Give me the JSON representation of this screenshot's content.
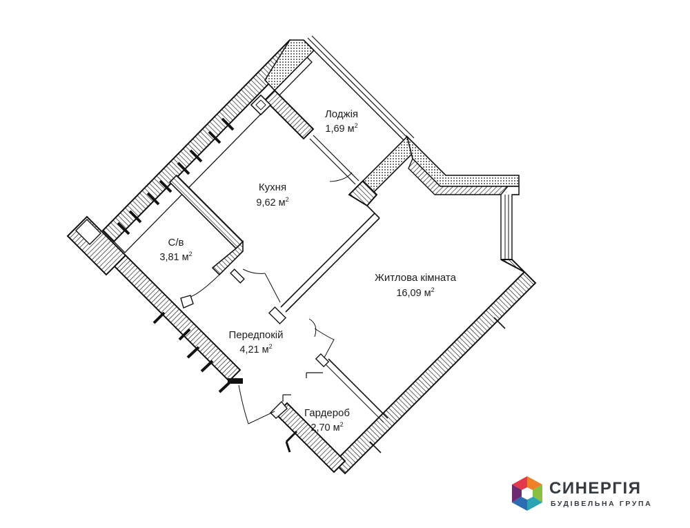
{
  "plan": {
    "rooms": [
      {
        "id": "loggia",
        "name": "Лоджія",
        "area": "1,69 м",
        "sup": "2"
      },
      {
        "id": "kitchen",
        "name": "Кухня",
        "area": "9,62 м",
        "sup": "2"
      },
      {
        "id": "bathroom",
        "name": "С/в",
        "area": "3,81 м",
        "sup": "2"
      },
      {
        "id": "living",
        "name": "Житлова кімната",
        "area": "16,09 м",
        "sup": "2"
      },
      {
        "id": "hallway",
        "name": "Передпокій",
        "area": "4,21 м",
        "sup": "2"
      },
      {
        "id": "wardrobe",
        "name": "Гардероб",
        "area": "2,70 м",
        "sup": "2"
      }
    ]
  },
  "brand": {
    "name": "СИНЕРГІЯ",
    "subtitle": "БУДІВЕЛЬНА ГРУПА",
    "colors": {
      "orange": "#f07f2a",
      "red": "#e23a4c",
      "purple": "#6d2a73",
      "teal": "#2aa3b3",
      "green": "#87c043",
      "blue": "#2b6cb3"
    }
  },
  "colors": {
    "wall": "#111111",
    "fill": "#ffffff"
  }
}
